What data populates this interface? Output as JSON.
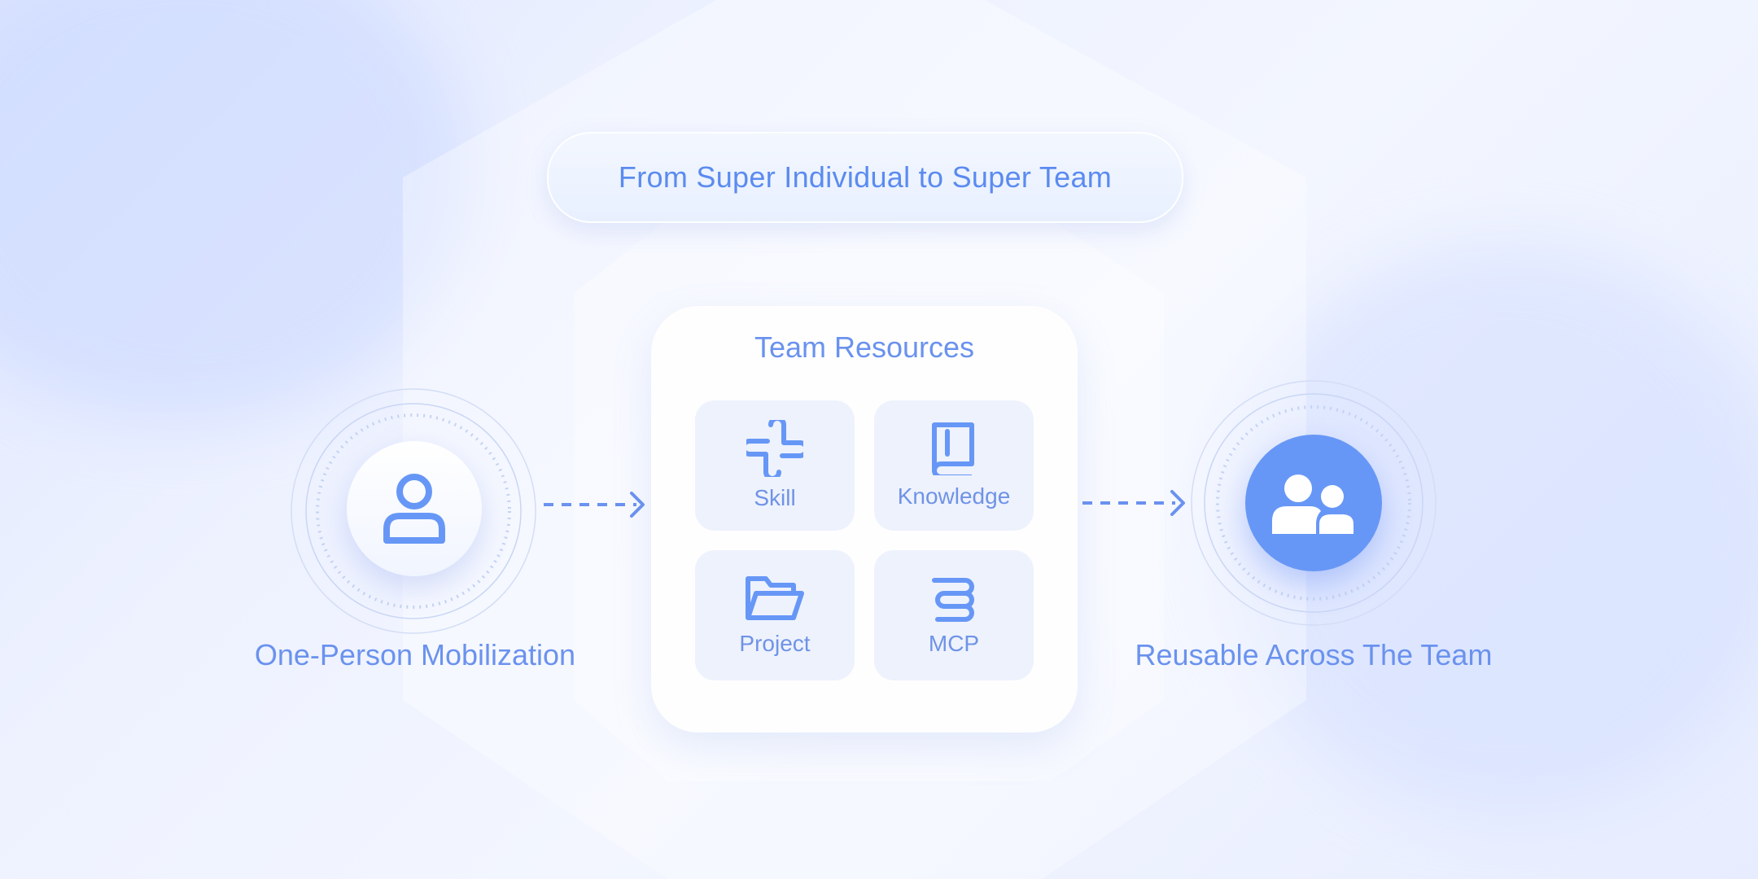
{
  "header": {
    "title": "From Super Individual to Super Team"
  },
  "resources": {
    "title": "Team Resources",
    "items": [
      {
        "label": "Skill",
        "icon": "skill-icon"
      },
      {
        "label": "Knowledge",
        "icon": "book-icon"
      },
      {
        "label": "Project",
        "icon": "folder-icon"
      },
      {
        "label": "MCP",
        "icon": "mcp-icon"
      }
    ]
  },
  "left": {
    "label": "One-Person Mobilization",
    "icon": "person-icon"
  },
  "right": {
    "label": "Reusable Across The Team",
    "icon": "team-icon"
  },
  "colors": {
    "accent": "#6797f6",
    "text": "#6a92ee",
    "tile": "#eef2fd"
  }
}
